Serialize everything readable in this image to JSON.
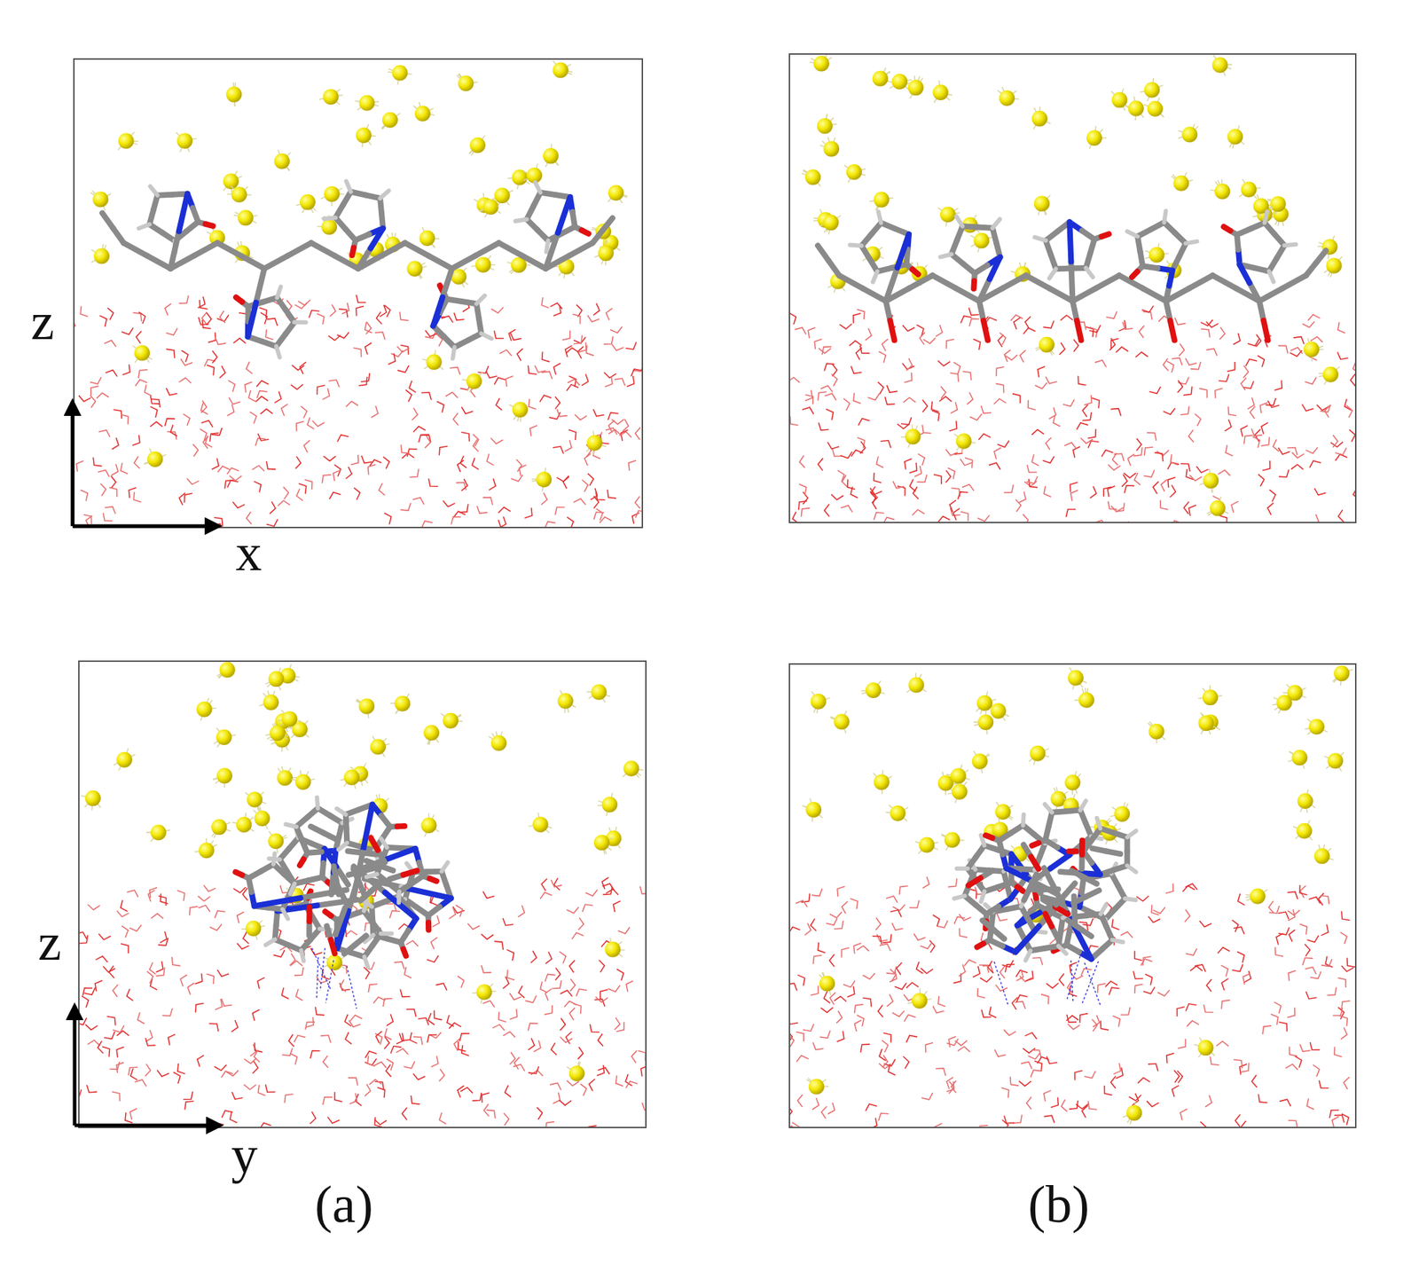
{
  "diagram": {
    "labels": [
      "z",
      "x",
      "z",
      "y",
      "(a)",
      "(b)"
    ]
  }
}
